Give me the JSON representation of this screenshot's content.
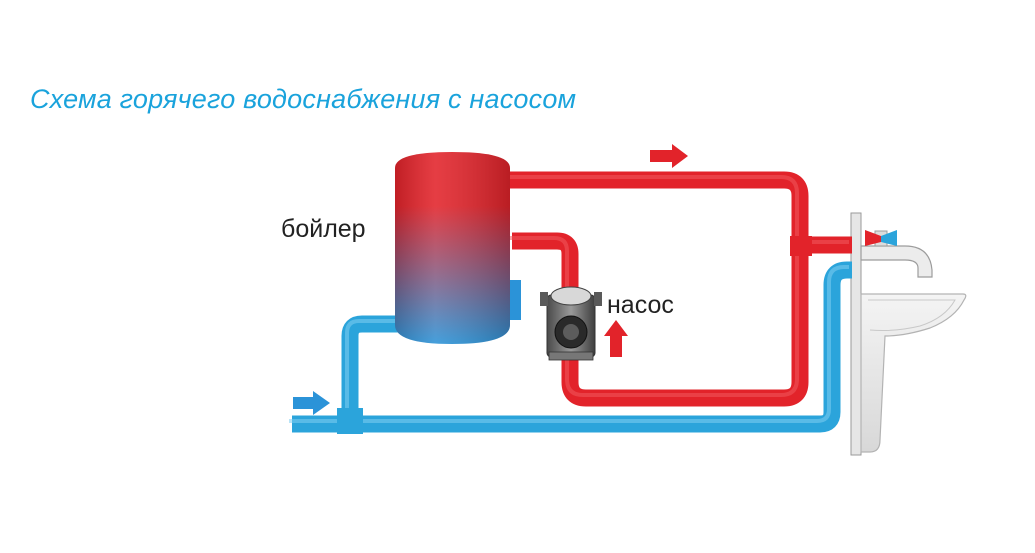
{
  "title": "Схема горячего водоснабжения с насосом",
  "labels": {
    "boiler": "бойлер",
    "pump": "насос"
  },
  "colors": {
    "title": "#1aa3dc",
    "hot_pipe": "#e2232a",
    "hot_pipe_light": "#f0595d",
    "cold_pipe": "#2ba4db",
    "cold_pipe_light": "#7fcdf0",
    "boiler_top": "#e2232a",
    "boiler_bottom": "#2b93d8",
    "arrow_hot": "#e2232a",
    "arrow_cold": "#2b93d8",
    "pump_body": "#6e6e6e"
  }
}
